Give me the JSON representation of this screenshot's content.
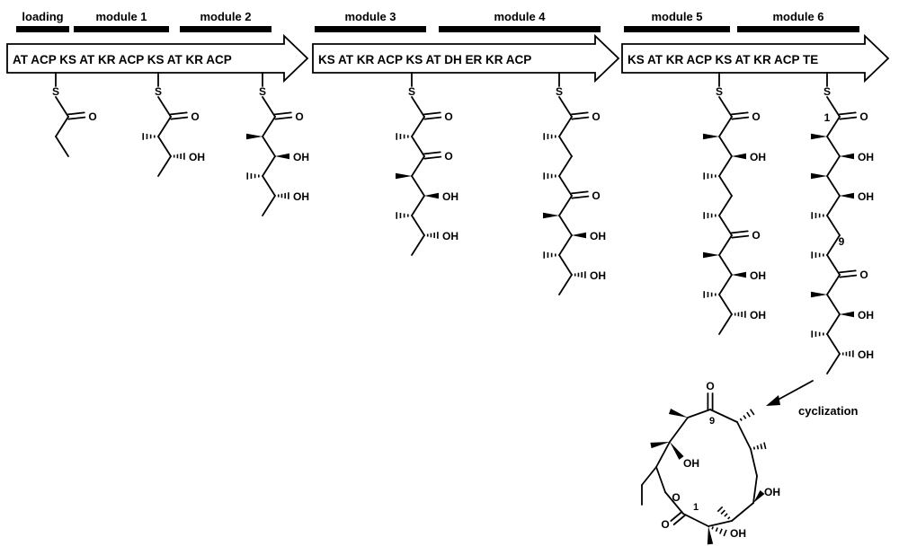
{
  "modules": [
    {
      "id": "loading",
      "label": "loading"
    },
    {
      "id": "m1",
      "label": "module 1"
    },
    {
      "id": "m2",
      "label": "module 2"
    },
    {
      "id": "m3",
      "label": "module 3"
    },
    {
      "id": "m4",
      "label": "module 4"
    },
    {
      "id": "m5",
      "label": "module 5"
    },
    {
      "id": "m6",
      "label": "module 6"
    }
  ],
  "arrows": [
    {
      "id": "deb1",
      "text": "AT ACP KS AT KR ACP KS AT KR ACP"
    },
    {
      "id": "deb2",
      "text": "KS AT KR ACP KS AT DH ER KR ACP"
    },
    {
      "id": "deb3",
      "text": "KS AT KR ACP KS AT KR ACP  TE"
    }
  ],
  "atoms": {
    "sulfur": "S",
    "oxygen": "O",
    "hydroxyl": "OH",
    "carbon_1": "1",
    "carbon_9": "9"
  },
  "cyclization_label": "cyclization"
}
